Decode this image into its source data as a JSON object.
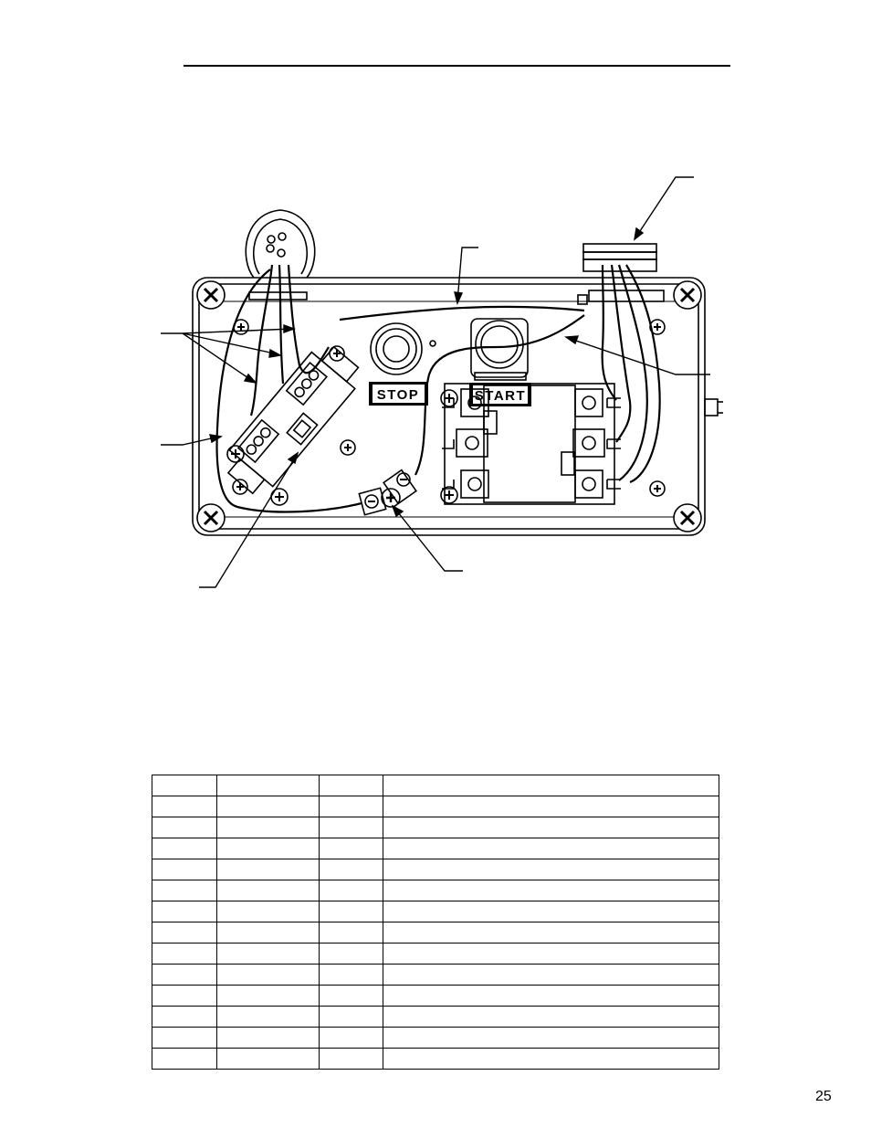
{
  "diagram": {
    "stop_label": "STOP",
    "start_label": "START"
  },
  "parts_table": {
    "columns": 4,
    "rows": 14
  },
  "page_number": "25"
}
